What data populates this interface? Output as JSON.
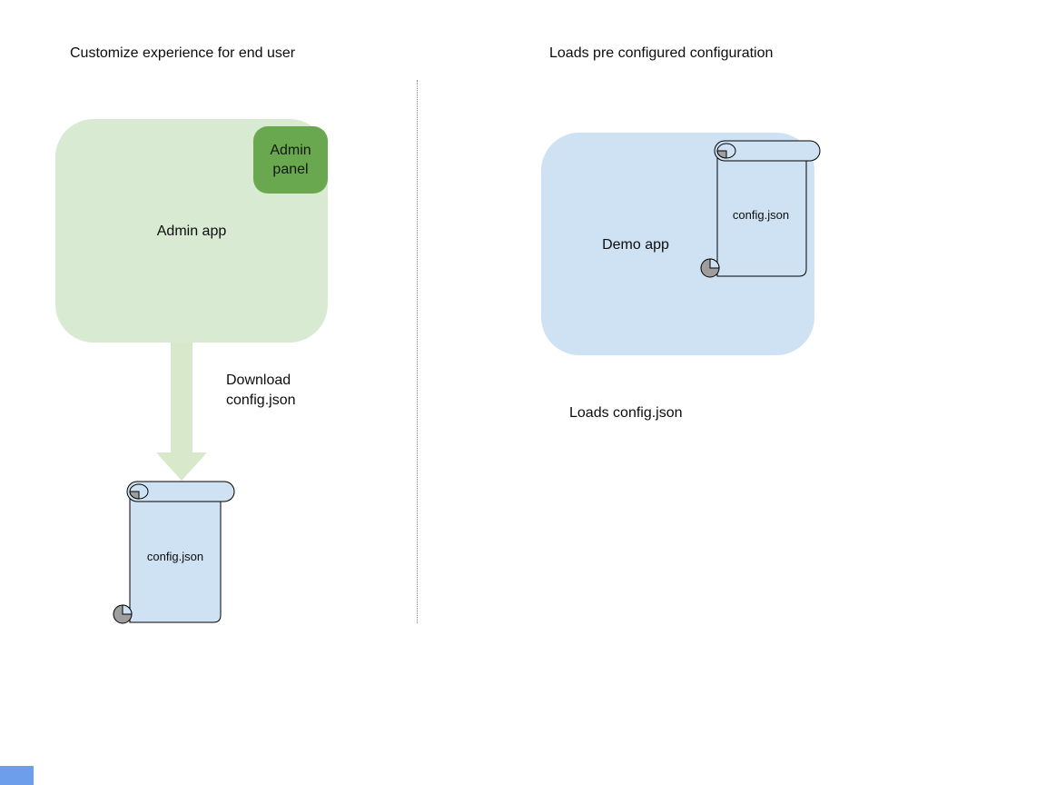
{
  "colors": {
    "admin_app_fill": "#d9ead3",
    "admin_panel_fill": "#6aa84f",
    "arrow_fill": "#d7e8cb",
    "file_fill": "#cfe2f3",
    "demo_app_fill": "#cfe2f3",
    "curl_fill": "#9e9e9e",
    "outline": "#000000",
    "corner_accent": "#6d9eeb"
  },
  "left_panel": {
    "title": "Customize experience for end user",
    "admin_app": {
      "label": "Admin app",
      "panel_label": "Admin panel"
    },
    "arrow_caption": "Download config.json",
    "config_file": {
      "label": "config.json"
    }
  },
  "right_panel": {
    "title": "Loads pre configured configuration",
    "demo_app": {
      "label": "Demo app"
    },
    "config_file": {
      "label": "config.json"
    },
    "caption": "Loads config.json"
  }
}
